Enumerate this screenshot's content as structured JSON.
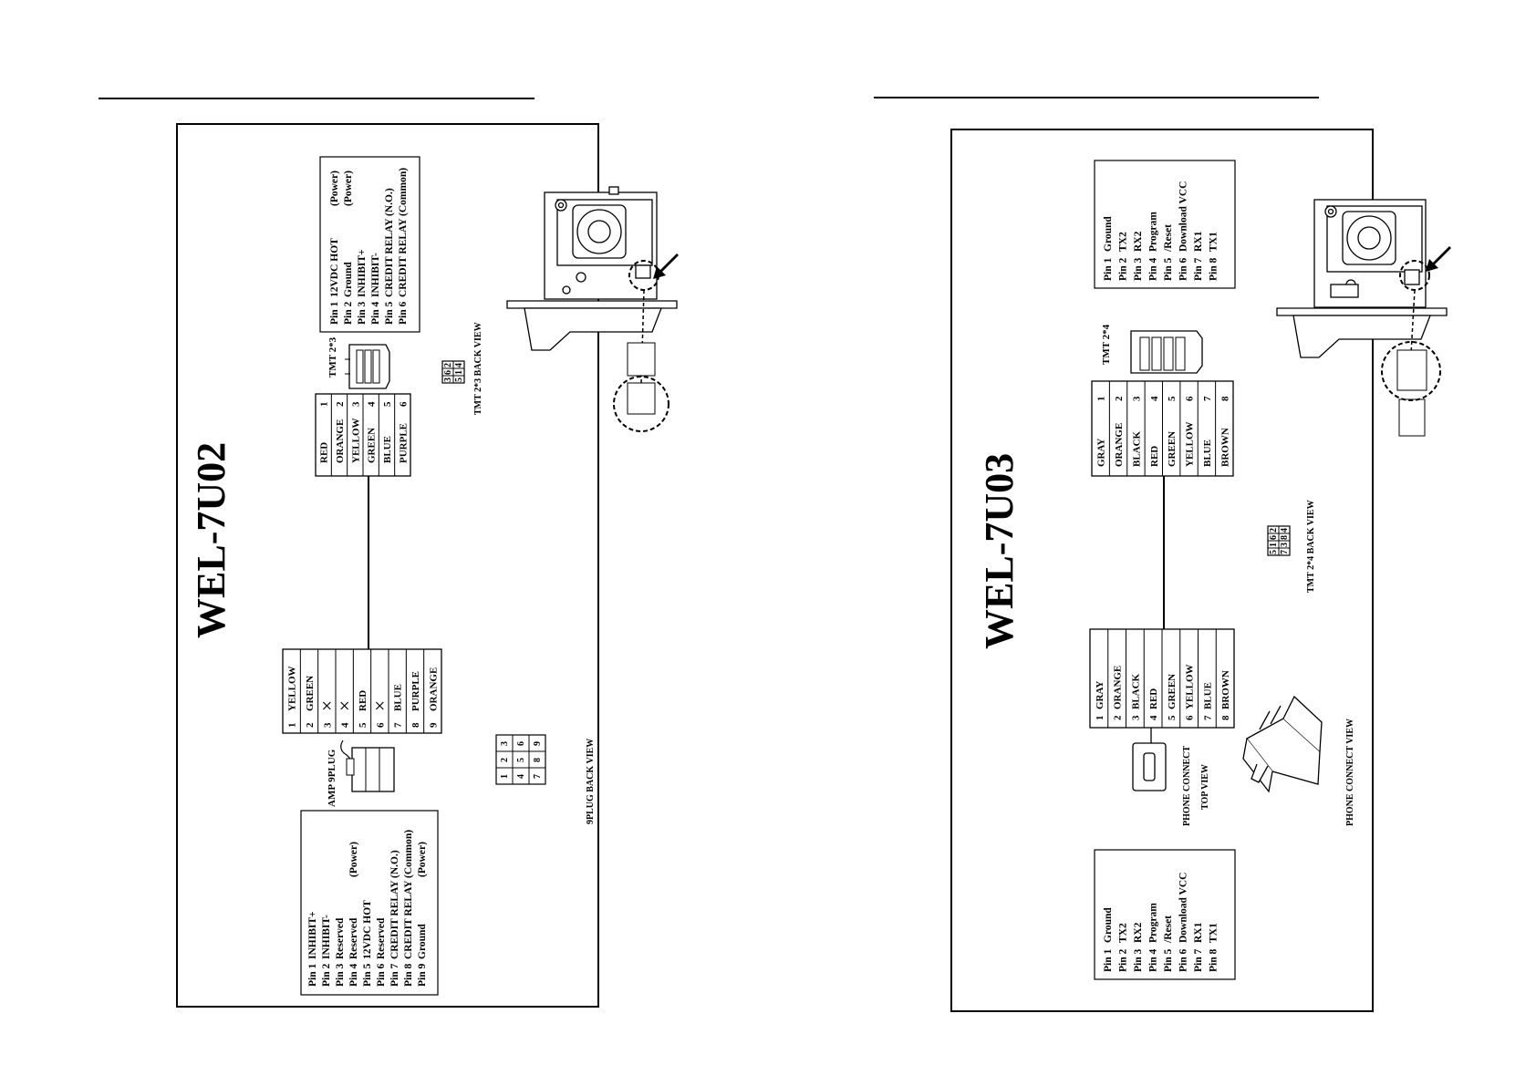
{
  "left": {
    "title": "WEL-7U02",
    "tmt_label": "TMT 2*3",
    "tmt_back_view": "TMT 2*3 BACK VIEW",
    "amp_label": "AMP 9PLUG",
    "plug_back_view": "9PLUG BACK VIEW",
    "tmt_wires": [
      {
        "num": "1",
        "color": "RED"
      },
      {
        "num": "2",
        "color": "ORANGE"
      },
      {
        "num": "3",
        "color": "YELLOW"
      },
      {
        "num": "4",
        "color": "GREEN"
      },
      {
        "num": "5",
        "color": "BLUE"
      },
      {
        "num": "6",
        "color": "PURPLE"
      }
    ],
    "amp_wires": [
      {
        "num": "1",
        "color": "YELLOW"
      },
      {
        "num": "2",
        "color": "GREEN"
      },
      {
        "num": "3",
        "color": ""
      },
      {
        "num": "4",
        "color": ""
      },
      {
        "num": "5",
        "color": "RED"
      },
      {
        "num": "6",
        "color": ""
      },
      {
        "num": "7",
        "color": "BLUE"
      },
      {
        "num": "8",
        "color": "PURPLE"
      },
      {
        "num": "9",
        "color": "ORANGE"
      }
    ],
    "tmt_pinout": [
      {
        "pin": "Pin 1",
        "desc": "12VDC HOT",
        "note": "(Power)"
      },
      {
        "pin": "Pin 2",
        "desc": "Ground",
        "note": "(Power)"
      },
      {
        "pin": "Pin 3",
        "desc": "INHIBIT+",
        "note": ""
      },
      {
        "pin": "Pin 4",
        "desc": "INHIBIT-",
        "note": ""
      },
      {
        "pin": "Pin 5",
        "desc": "CREDIT RELAY (N.O.)",
        "note": ""
      },
      {
        "pin": "Pin 6",
        "desc": "CREDIT RELAY (Common)",
        "note": ""
      }
    ],
    "amp_pinout": [
      {
        "pin": "Pin 1",
        "desc": "INHIBIT+",
        "note": ""
      },
      {
        "pin": "Pin 2",
        "desc": "INHIBIT-",
        "note": ""
      },
      {
        "pin": "Pin 3",
        "desc": "Reserved",
        "note": ""
      },
      {
        "pin": "Pin 4",
        "desc": "Reserved",
        "note": "(Power)"
      },
      {
        "pin": "Pin 5",
        "desc": "12VDC HOT",
        "note": ""
      },
      {
        "pin": "Pin 6",
        "desc": "Reserved",
        "note": ""
      },
      {
        "pin": "Pin 7",
        "desc": "CREDIT RELAY (N.O.)",
        "note": ""
      },
      {
        "pin": "Pin 8",
        "desc": "CREDIT RELAY (Common)",
        "note": ""
      },
      {
        "pin": "Pin 9",
        "desc": "Ground",
        "note": "(Power)"
      }
    ],
    "tmt_back_pins": [
      "2",
      "4",
      "6",
      "1",
      "3",
      "5"
    ],
    "plug_back_pins": [
      "3",
      "6",
      "9",
      "2",
      "5",
      "8",
      "1",
      "4",
      "7"
    ]
  },
  "right": {
    "title": "WEL-7U03",
    "tmt_label": "TMT 2*4",
    "tmt_back_view": "TMT 2*4 BACK VIEW",
    "phone_top_view_1": "PHONE CONNECT",
    "phone_top_view_2": "TOP VIEW",
    "phone_connect_view": "PHONE CONNECT VIEW",
    "tmt_wires": [
      {
        "num": "1",
        "color": "GRAY"
      },
      {
        "num": "2",
        "color": "ORANGE"
      },
      {
        "num": "3",
        "color": "BLACK"
      },
      {
        "num": "4",
        "color": "RED"
      },
      {
        "num": "5",
        "color": "GREEN"
      },
      {
        "num": "6",
        "color": "YELLOW"
      },
      {
        "num": "7",
        "color": "BLUE"
      },
      {
        "num": "8",
        "color": "BROWN"
      }
    ],
    "phone_wires": [
      {
        "num": "1",
        "color": "GRAY"
      },
      {
        "num": "2",
        "color": "ORANGE"
      },
      {
        "num": "3",
        "color": "BLACK"
      },
      {
        "num": "4",
        "color": "RED"
      },
      {
        "num": "5",
        "color": "GREEN"
      },
      {
        "num": "6",
        "color": "YELLOW"
      },
      {
        "num": "7",
        "color": "BLUE"
      },
      {
        "num": "8",
        "color": "BROWN"
      }
    ],
    "pinout_top": [
      {
        "pin": "Pin 1",
        "desc": "Ground"
      },
      {
        "pin": "Pin 2",
        "desc": "TX2"
      },
      {
        "pin": "Pin 3",
        "desc": "RX2"
      },
      {
        "pin": "Pin 4",
        "desc": "Program"
      },
      {
        "pin": "Pin 5",
        "desc": "/Reset"
      },
      {
        "pin": "Pin 6",
        "desc": "Download VCC"
      },
      {
        "pin": "Pin 7",
        "desc": "RX1"
      },
      {
        "pin": "Pin 8",
        "desc": "TX1"
      }
    ],
    "pinout_bottom": [
      {
        "pin": "Pin 1",
        "desc": "Ground"
      },
      {
        "pin": "Pin 2",
        "desc": "TX2"
      },
      {
        "pin": "Pin 3",
        "desc": "RX2"
      },
      {
        "pin": "Pin 4",
        "desc": "Program"
      },
      {
        "pin": "Pin 5",
        "desc": "/Reset"
      },
      {
        "pin": "Pin 6",
        "desc": "Download VCC"
      },
      {
        "pin": "Pin 7",
        "desc": "RX1"
      },
      {
        "pin": "Pin 8",
        "desc": "TX1"
      }
    ],
    "tmt_back_pins": [
      "2",
      "4",
      "6",
      "8",
      "1",
      "3",
      "5",
      "7"
    ]
  }
}
